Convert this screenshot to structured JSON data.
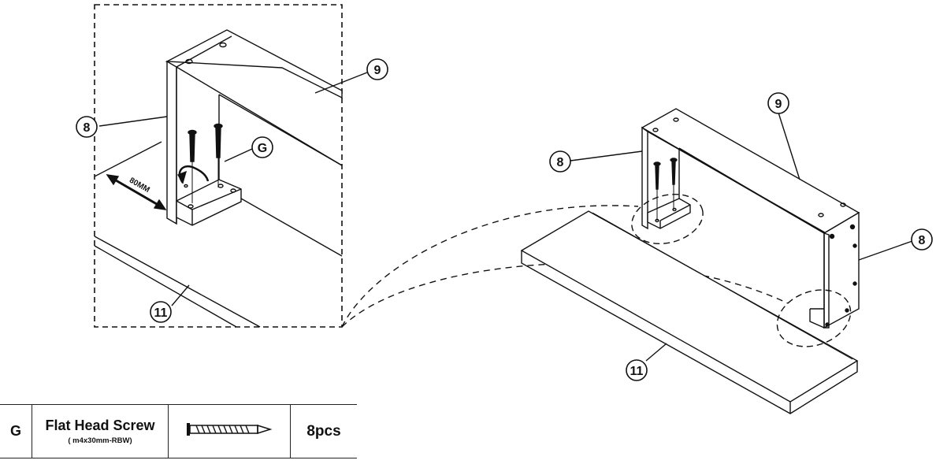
{
  "callouts": {
    "detail_side_panel": "8",
    "detail_top_panel": "9",
    "detail_screw": "G",
    "detail_base": "11",
    "main_side_left": "8",
    "main_top_panel": "9",
    "main_side_right": "8",
    "main_base": "11"
  },
  "dimension_label": "80MM",
  "parts_table": {
    "letter": "G",
    "name": "Flat Head Screw",
    "spec": "( m4x30mm-RBW)",
    "quantity": "8pcs",
    "image_icon": "screw-icon"
  }
}
